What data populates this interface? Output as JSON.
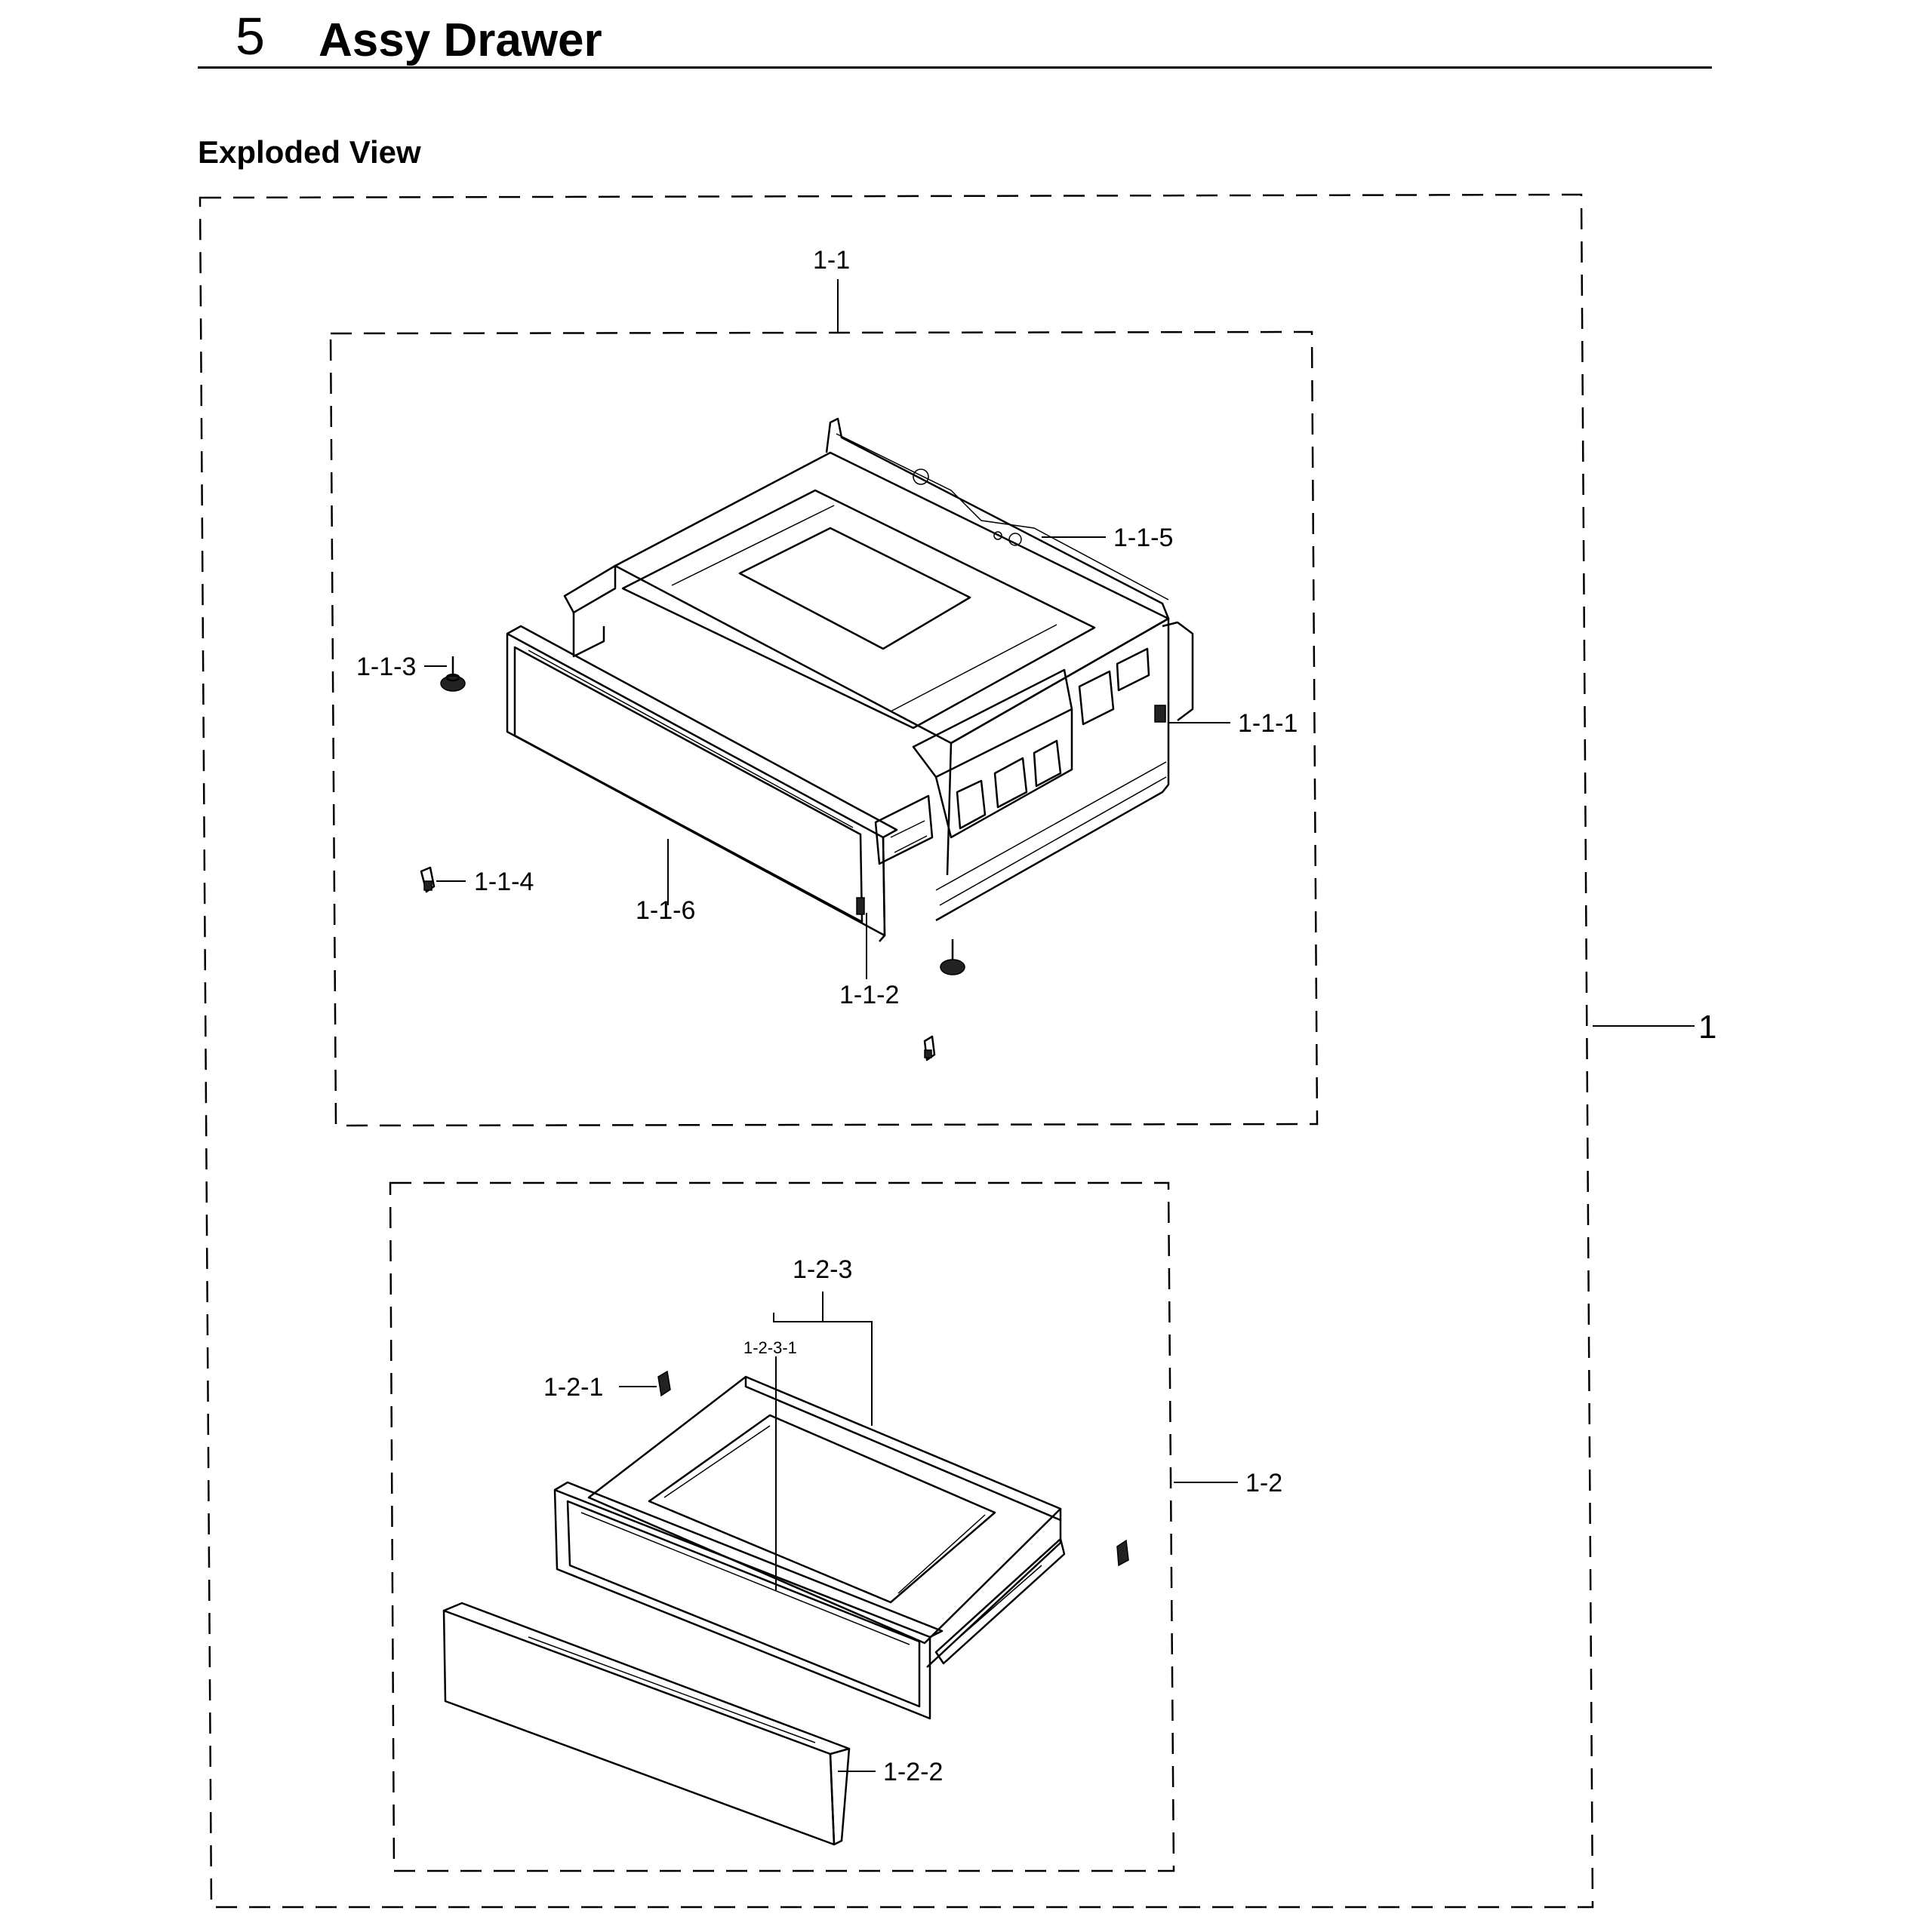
{
  "header": {
    "section_number": "5",
    "section_title": "Assy Drawer"
  },
  "subtitle": "Exploded View",
  "labels": {
    "assy": "1",
    "cabinet_group": "1-1",
    "cabinet_1": "1-1-1",
    "cabinet_2": "1-1-2",
    "cabinet_3": "1-1-3",
    "cabinet_4": "1-1-4",
    "cabinet_5": "1-1-5",
    "cabinet_6": "1-1-6",
    "drawer_group": "1-2",
    "drawer_1": "1-2-1",
    "drawer_2": "1-2-2",
    "drawer_3": "1-2-3",
    "drawer_3_1": "1-2-3-1"
  }
}
